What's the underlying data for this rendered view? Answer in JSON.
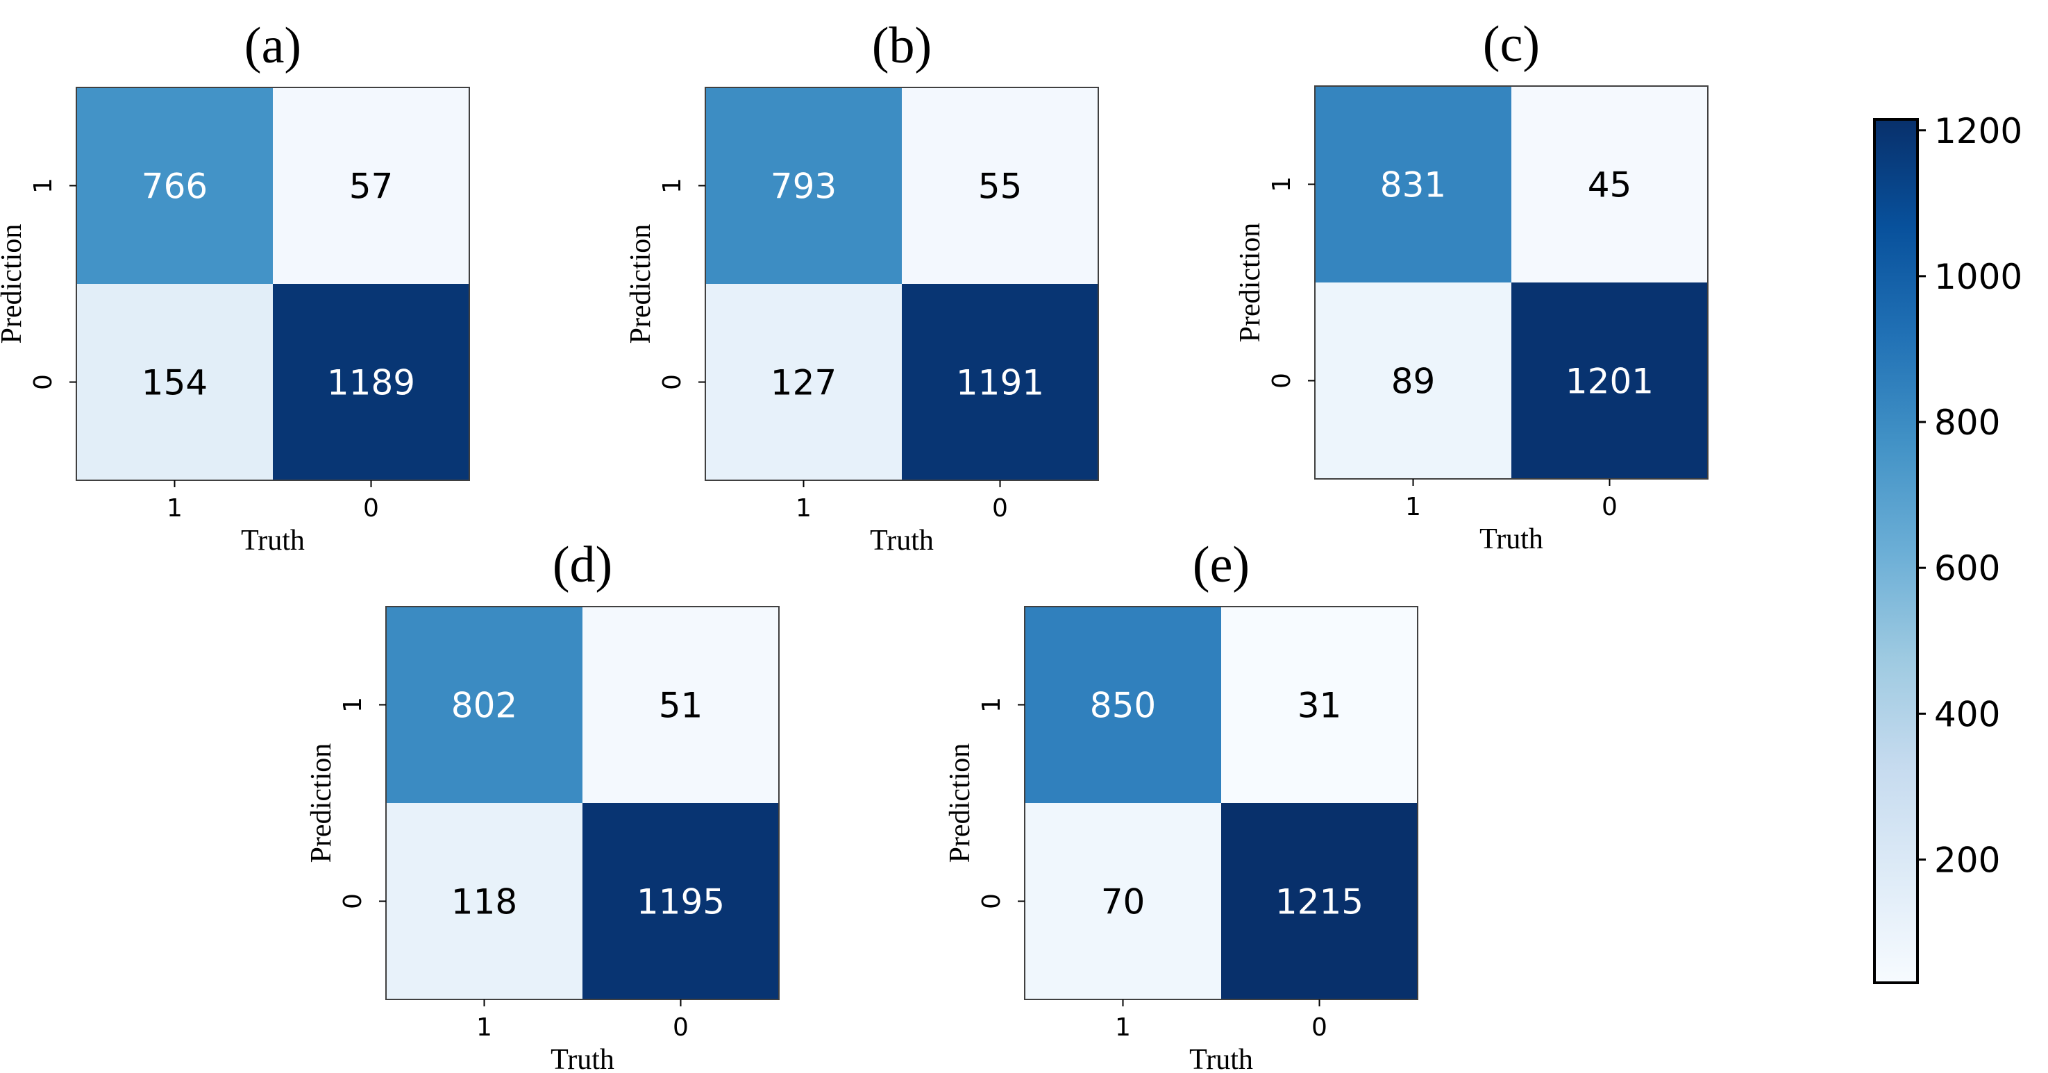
{
  "chart_data": {
    "type": "heatmap",
    "colormap": "Blues",
    "colorbar": {
      "min": 31,
      "max": 1215,
      "ticks": [
        200,
        400,
        600,
        800,
        1000,
        1200
      ],
      "position": "right"
    },
    "x_categories": [
      "1",
      "0"
    ],
    "y_categories": [
      "1",
      "0"
    ],
    "xlabel": "Truth",
    "ylabel": "Prediction",
    "panels": [
      {
        "title": "(a)",
        "values": [
          [
            766,
            57
          ],
          [
            154,
            1189
          ]
        ]
      },
      {
        "title": "(b)",
        "values": [
          [
            793,
            55
          ],
          [
            127,
            1191
          ]
        ]
      },
      {
        "title": "(c)",
        "values": [
          [
            831,
            45
          ],
          [
            89,
            1201
          ]
        ]
      },
      {
        "title": "(d)",
        "values": [
          [
            802,
            51
          ],
          [
            118,
            1195
          ]
        ]
      },
      {
        "title": "(e)",
        "values": [
          [
            850,
            31
          ],
          [
            70,
            1215
          ]
        ]
      }
    ]
  }
}
